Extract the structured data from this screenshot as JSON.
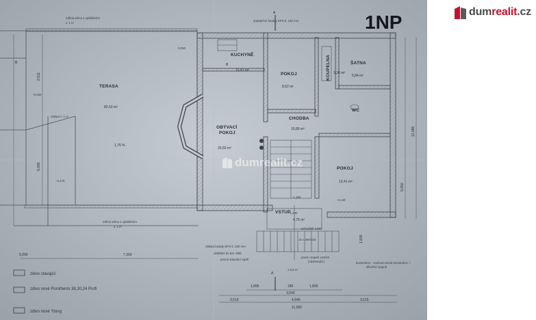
{
  "brand": {
    "part1": "dum",
    "part2": "realit",
    "part3": ".cz",
    "accent": "#c8102e"
  },
  "watermark": "dumrealit.cz",
  "floor": "1NP",
  "section_mark": "A",
  "axis_mark": "B",
  "rooms": {
    "kuchyne": {
      "name": "KUCHYNĚ",
      "area": "15,41 m²"
    },
    "pokoj1": {
      "name": "POKOJ",
      "area": "8,52 m²"
    },
    "koupelna": {
      "name": "KOUPELNA",
      "area": "3,38 m²"
    },
    "satna": {
      "name": "ŠATNA",
      "area": "5,84 m²"
    },
    "wc": {
      "name": "WC"
    },
    "terasa": {
      "name": "TERASA",
      "area": "82,53 m²",
      "slope": "1,75 %"
    },
    "obyvaci": {
      "name1": "OBÝVACÍ",
      "name2": "POKOJ",
      "area": "29,50 m²"
    },
    "chodba": {
      "name": "CHODBA",
      "area": "10,89 m²"
    },
    "pokoj2": {
      "name": "POKOJ",
      "area": "13,41 m²"
    },
    "vstup": {
      "name": "VSTUP",
      "area": "4,75 m²"
    }
  },
  "notes": {
    "top1": "zděná stěna s opláštěním",
    "top2": "v. 1 m",
    "insul": "dodatečné fasády EPS tl. 180 mm",
    "level1": "0,050",
    "level2": "-0,320",
    "level3": "-0,170",
    "level4": "-1,480",
    "level5": "-1,480",
    "level6": "-2,140",
    "obklad": "obklad v. 1 m",
    "bottom1": "zděná stěna s opláštěním",
    "bottom2": "v. 1 m",
    "stair1": "schodiště 1400",
    "stair2": "15 x 260/183",
    "insul2": "obklad fasády EPS tl. 180 mm",
    "ukladani": "ukládání do bet. kůlů",
    "pevna": "pevná stavební výplň",
    "step": "prvek: stupeň 140/40",
    "nasl": "(následující)",
    "konstr1": "konstrukce - ocelová nosná konstrukce +",
    "konstr2": "dřevěné stupně",
    "right_level": "± 0,6 m"
  },
  "dims": {
    "d1": "5,000",
    "d2": "7,300",
    "d3": "1,895",
    "d4": "180",
    "d5": "1,895",
    "d6": "3,540",
    "d7": "3,510",
    "d8": "4,540",
    "d9": "3,515",
    "d10": "11,060",
    "d11": "5,995",
    "d12": "2,511",
    "d13": "12,985",
    "d14": "5,950",
    "d15": "1,800"
  },
  "legend": [
    {
      "text": "zdivo stávající"
    },
    {
      "text": "zdivo nové Porotherm 38,30,24 Profi"
    },
    {
      "text": "zdivo nové Ytong"
    }
  ]
}
